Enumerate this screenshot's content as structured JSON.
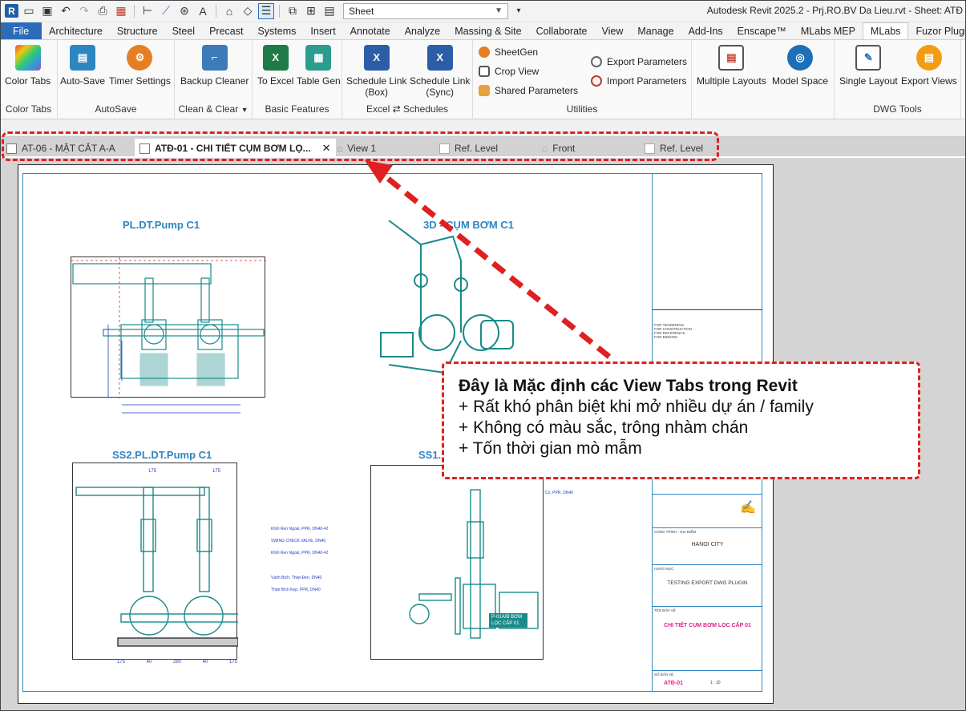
{
  "qat": {
    "app_icon": "R",
    "type_selector": "Sheet",
    "title": "Autodesk Revit 2025.2 - Prj.RO.BV Da Lieu.rvt - Sheet: ATĐ"
  },
  "ribbon_tabs": [
    "File",
    "Architecture",
    "Structure",
    "Steel",
    "Precast",
    "Systems",
    "Insert",
    "Annotate",
    "Analyze",
    "Massing & Site",
    "Collaborate",
    "View",
    "Manage",
    "Add-Ins",
    "Enscape™",
    "MLabs MEP",
    "MLabs",
    "Fuzor Plugin"
  ],
  "panels": {
    "color_tabs": {
      "title": "Color Tabs",
      "buttons": [
        "Color Tabs"
      ]
    },
    "autosave": {
      "title": "AutoSave",
      "buttons": [
        "Auto-Save",
        "Timer Settings"
      ]
    },
    "clean": {
      "title": "Clean & Clear",
      "buttons": [
        "Backup Cleaner"
      ]
    },
    "basic": {
      "title": "Basic Features",
      "buttons": [
        "To Excel",
        "Table Gen"
      ]
    },
    "schedules": {
      "title": "Excel ⇄ Schedules",
      "buttons": [
        [
          "Schedule Link",
          "(Box)"
        ],
        [
          "Schedule Link",
          "(Sync)"
        ]
      ]
    },
    "utilities": {
      "title": "Utilities",
      "items": [
        "SheetGen",
        "Crop View",
        "Shared Parameters",
        "Export Parameters",
        "Import Parameters"
      ]
    },
    "layouts": {
      "buttons": [
        "Multiple Layouts",
        "Model Space"
      ]
    },
    "dwg": {
      "title": "DWG Tools",
      "buttons": [
        "Single Layout",
        "Export Views"
      ]
    }
  },
  "view_tabs": [
    {
      "label": "AT-06 - MẶT CẮT A-A",
      "active": false
    },
    {
      "label": "ATĐ-01 - CHI TIẾT CỤM BƠM LỌ...",
      "active": true
    },
    {
      "label": "View 1",
      "active": false
    },
    {
      "label": "Ref. Level",
      "active": false
    },
    {
      "label": "Front",
      "active": false
    },
    {
      "label": "Ref. Level",
      "active": false
    }
  ],
  "sheet": {
    "views": [
      "PL.DT.Pump C1",
      "3D - CỤM BƠM C1",
      "SS2.PL.DT.Pump C1",
      "SS1."
    ],
    "title_block": {
      "project_label": "CÔNG TRÌNH - ĐỊA ĐIỂM",
      "project": "HANOI CITY",
      "item_label": "HẠNG MỤC",
      "item": "TESTING EXPORT DWG PLUGIN",
      "drawing_label": "TÊN BẢN VẼ",
      "drawing": "CHI TIẾT CỤM BƠM LỌC CẤP 01",
      "sheet_no_label": "SỐ BẢN VẼ",
      "sheet_no": "ATĐ-01",
      "scale": "1 : 10",
      "issue_options": [
        "FOR TENDERING",
        "FOR CONSTRUCTION",
        "FOR REFERENCE",
        "FOR BIDDING"
      ]
    },
    "annotations": [
      "Co, PPR, DN40",
      "Khởi Ren Ngoài, PPR, DN40-42",
      "SWING CHECK VALVE, DN40",
      "Khởi Ren Ngoài, PPR, DN40-42",
      "Vành Bích, Thép Đen, DN40",
      "Thân Bích Kẹp, PPR, DN40"
    ],
    "pump_label": "P-01A/B BƠM LỌC CẤP 01",
    "dims_top": [
      "175",
      "175"
    ],
    "dims_bottom": [
      "175",
      "40",
      "260",
      "40",
      "175"
    ]
  },
  "callout": {
    "heading": "Đây là Mặc định các View Tabs trong Revit",
    "lines": [
      "+ Rất khó phân biệt khi mở nhiều dự án / family",
      "+ Không có màu sắc, trông nhàm chán",
      "+ Tốn thời gian mò mẫm"
    ]
  },
  "colors": {
    "accent": "#2b6cb9",
    "highlight": "#e02020",
    "drawing": "#1a8a8a",
    "annotation": "#2e86c1",
    "pink": "#e0218a"
  }
}
